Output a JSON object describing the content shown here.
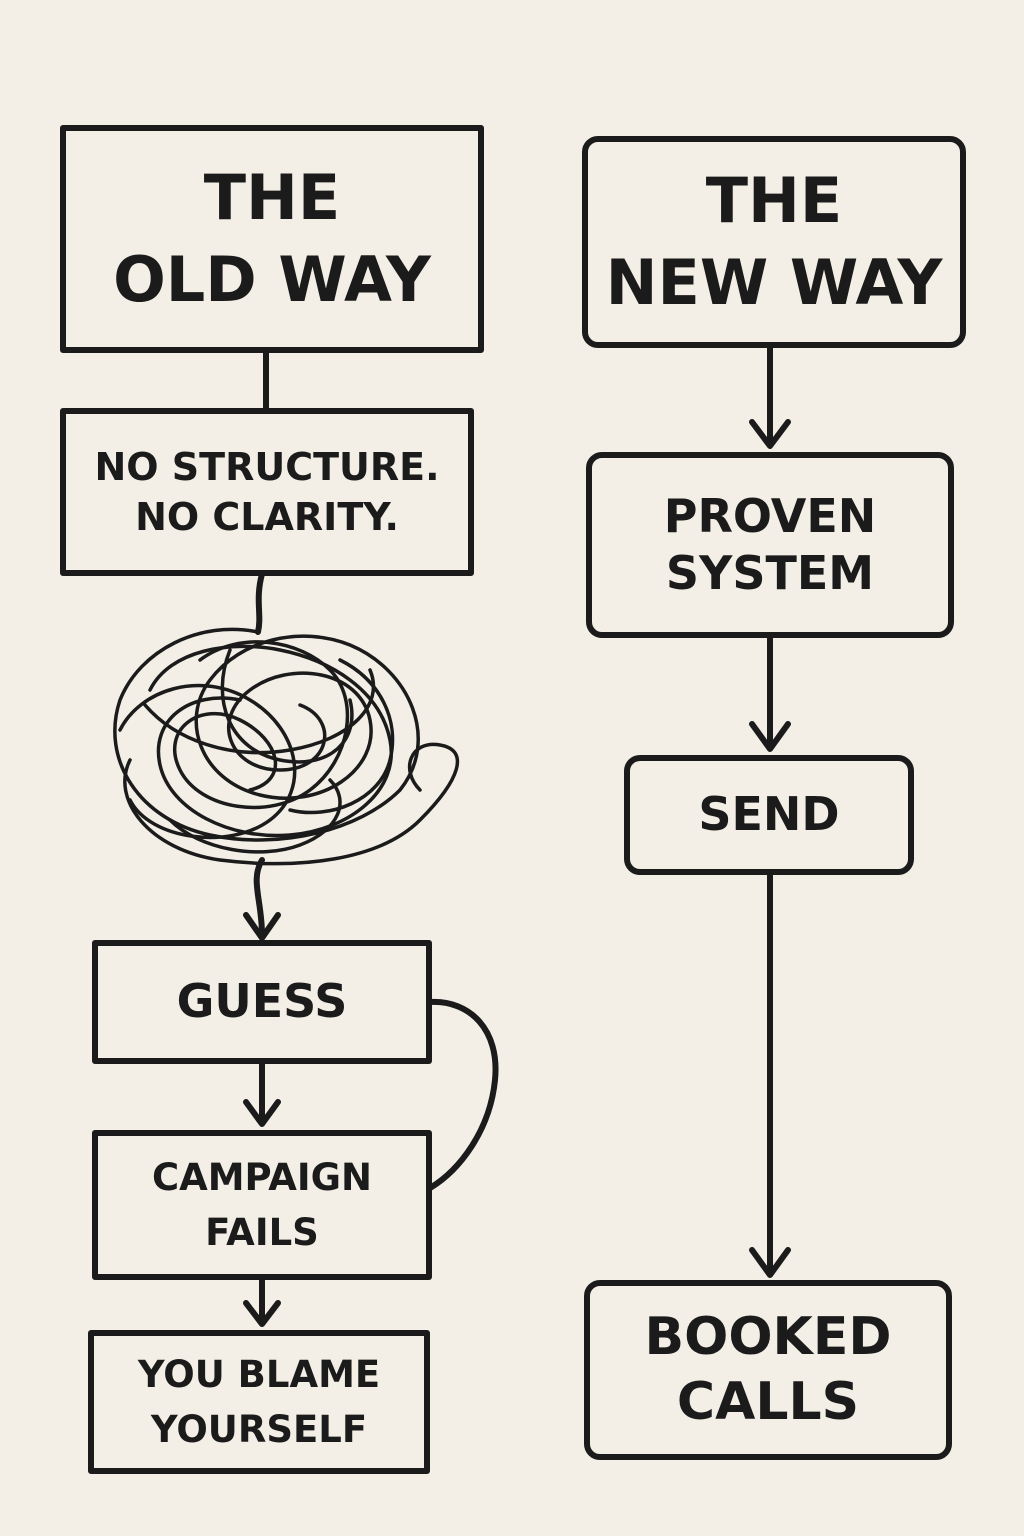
{
  "old_way": {
    "title": "THE\nOLD WAY",
    "problem": "NO STRUCTURE.\nNO CLARITY.",
    "guess": "GUESS",
    "campaign": "CAMPAIGN\nFAILS",
    "blame": "YOU BLAME\nYOURSELF"
  },
  "new_way": {
    "title": "THE\nNEW WAY",
    "system": "PROVEN\nSYSTEM",
    "send": "SEND",
    "booked": "BOOKED\nCALLS"
  },
  "colors": {
    "background": "#f3efe6",
    "ink": "#1b1b1b"
  }
}
